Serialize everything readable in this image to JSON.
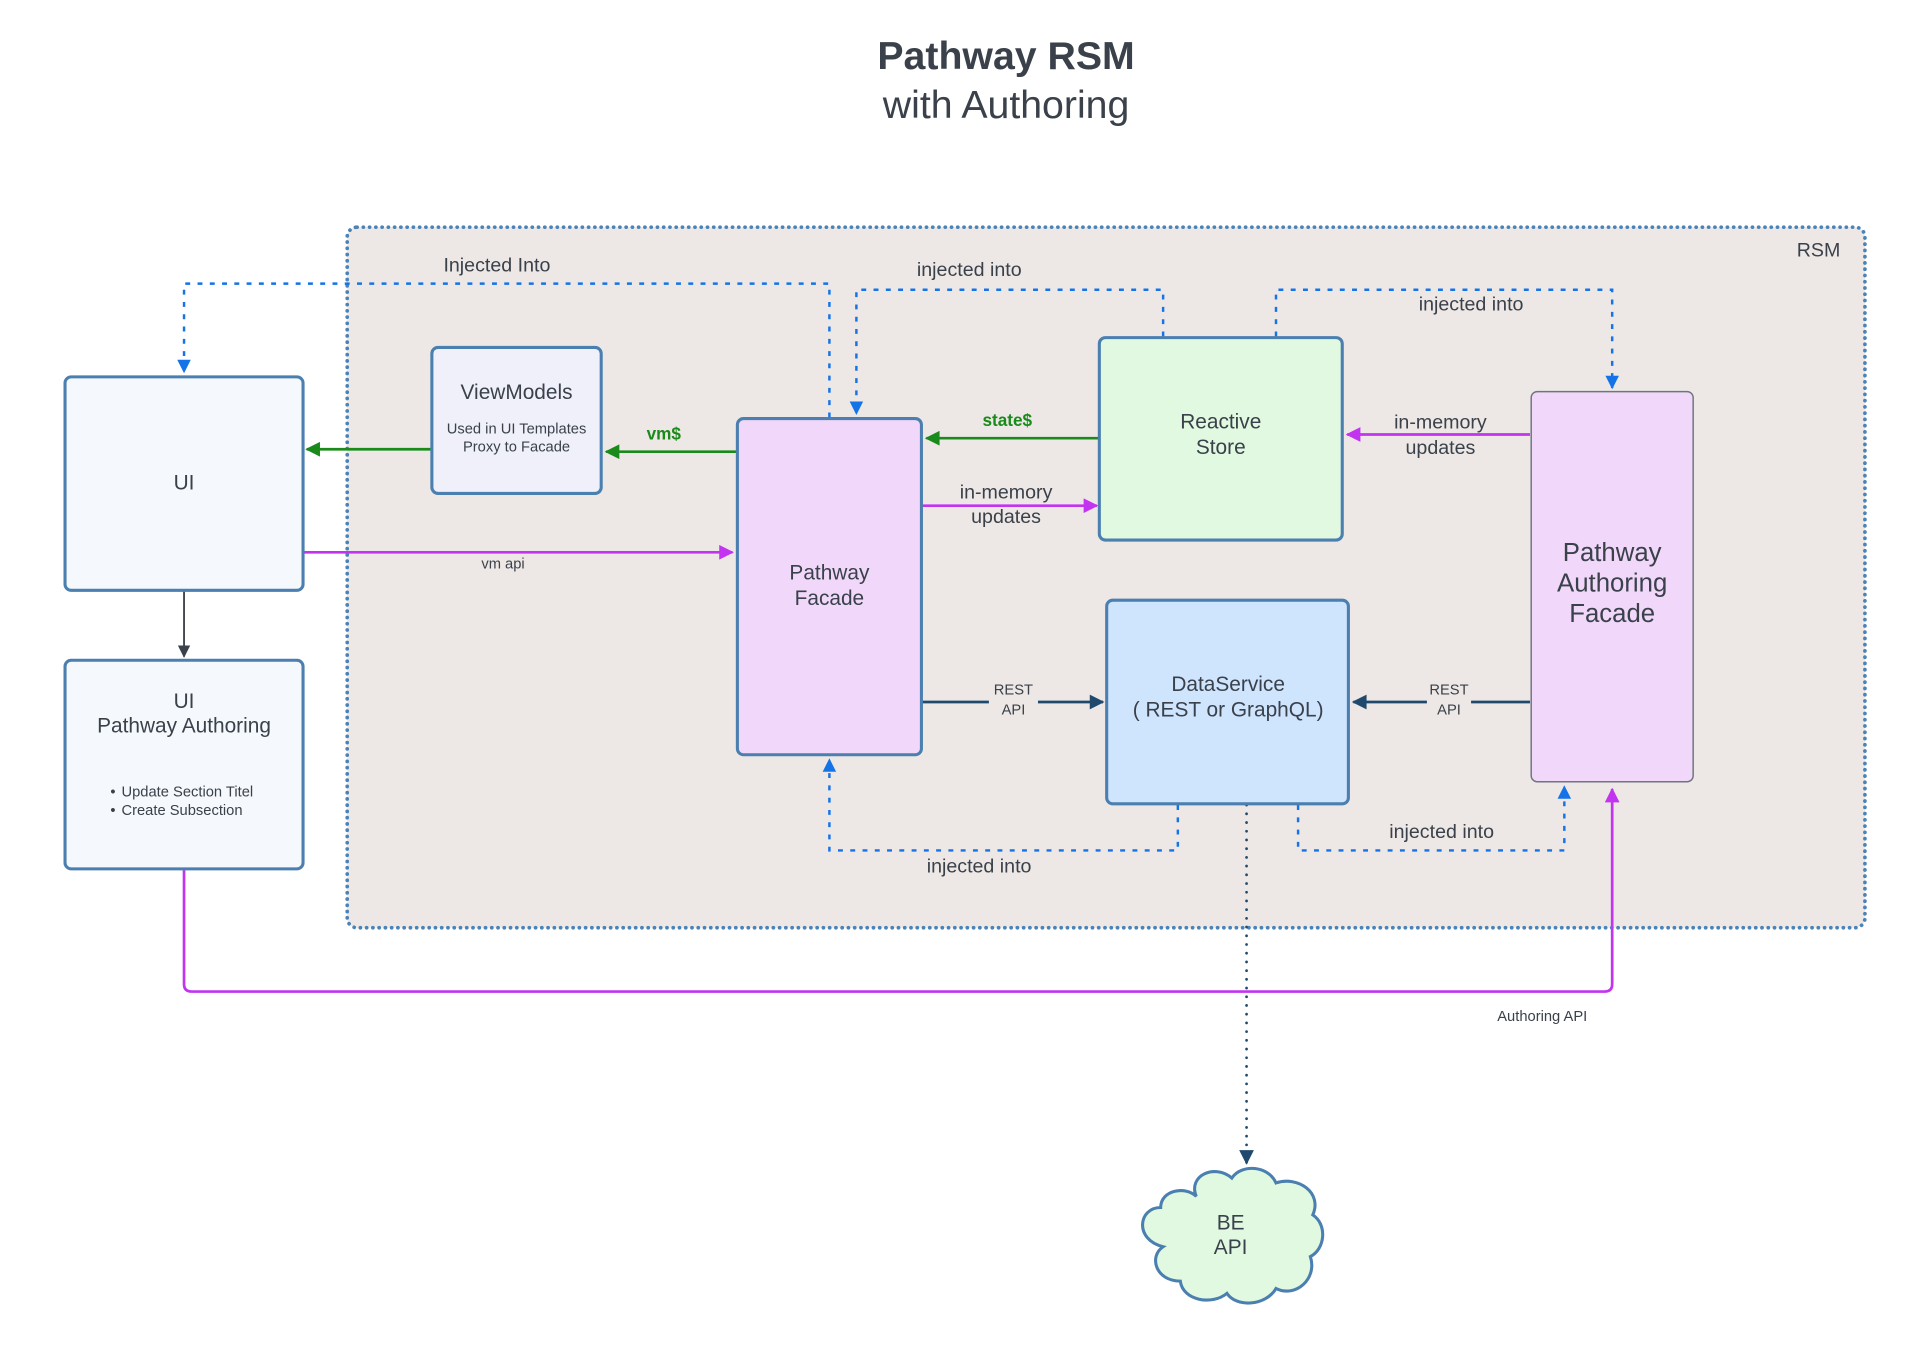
{
  "title": "Pathway RSM",
  "subtitle": "with Authoring",
  "container": {
    "label": "RSM"
  },
  "colors": {
    "container_fill": "#ede8e6",
    "container_border": "#4a83b8",
    "node_border": "#4a7fb0",
    "ui_fill": "#f5f9fd",
    "viewmodels_fill": "#f0f0fb",
    "facade_fill": "#f1d8fa",
    "store_fill": "#e1f9e1",
    "dataservice_fill": "#cfe4fd",
    "cloud_fill": "#e1f9e1",
    "green_flow": "#1a8a1a",
    "magenta_flow": "#c234f0",
    "inject_blue": "#1473e6",
    "rest_navy": "#1f4a6e",
    "dark_arrow": "#3a414a"
  },
  "nodes": {
    "ui": {
      "label": "UI"
    },
    "ui_authoring": {
      "label_line1": "UI",
      "label_line2": "Pathway Authoring",
      "bullets": [
        "Update Section Titel",
        "Create Subsection"
      ]
    },
    "viewmodels": {
      "label": "ViewModels",
      "desc_line1": "Used in UI Templates",
      "desc_line2": "Proxy to Facade"
    },
    "pathway_facade": {
      "line1": "Pathway",
      "line2": "Facade"
    },
    "reactive_store": {
      "line1": "Reactive",
      "line2": "Store"
    },
    "dataservice": {
      "line1": "DataService",
      "line2": "( REST or GraphQL)"
    },
    "authoring_facade": {
      "line1": "Pathway",
      "line2": "Authoring",
      "line3": "Facade"
    },
    "be_api": {
      "line1": "BE",
      "line2": "API"
    }
  },
  "edges": {
    "injected_into_ui": "Injected Into",
    "injected_into_facade_top": "injected into",
    "injected_into_authoring_top": "injected into",
    "injected_into_facade_bottom": "injected into",
    "injected_into_authoring_bottom": "injected into",
    "vm_stream": "vm$",
    "state_stream": "state$",
    "in_memory_to_store_l1": "in-memory",
    "in_memory_to_store_l2": "updates",
    "in_memory_from_authoring_l1": "in-memory",
    "in_memory_from_authoring_l2": "updates",
    "vm_api": "vm api",
    "rest_api_left_l1": "REST",
    "rest_api_left_l2": "API",
    "rest_api_right_l1": "REST",
    "rest_api_right_l2": "API",
    "authoring_api": "Authoring API"
  }
}
